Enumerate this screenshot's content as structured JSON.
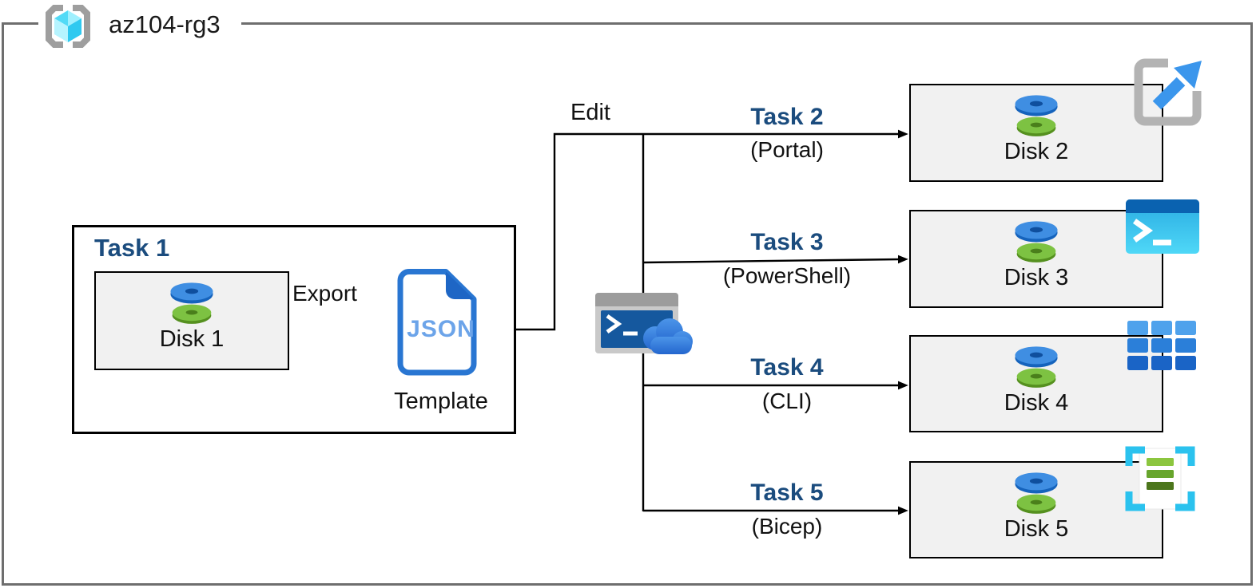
{
  "resource_group": {
    "name": "az104-rg3"
  },
  "task1": {
    "title": "Task 1",
    "disk_label": "Disk 1",
    "export_label": "Export",
    "json_badge": "JSON",
    "template_label": "Template"
  },
  "edit_label": "Edit",
  "branches": [
    {
      "task": "Task 2",
      "method": "(Portal)",
      "disk_label": "Disk 2",
      "tool_icon": "azure-portal-icon"
    },
    {
      "task": "Task 3",
      "method": "(PowerShell)",
      "disk_label": "Disk 3",
      "tool_icon": "powershell-icon"
    },
    {
      "task": "Task 4",
      "method": "(CLI)",
      "disk_label": "Disk 4",
      "tool_icon": "azure-cli-icon"
    },
    {
      "task": "Task 5",
      "method": "(Bicep)",
      "disk_label": "Disk 5",
      "tool_icon": "bicep-template-icon"
    }
  ],
  "icons": {
    "resource_group": "resource-group-icon",
    "disk": "managed-disk-icon",
    "json_document": "json-template-icon",
    "cloud_shell": "cloud-shell-icon"
  },
  "colors": {
    "task_label": "#1B4C7E",
    "rg_border": "#6E6E6E",
    "box_fill": "#F1F1F1",
    "line": "#000000",
    "json_doc_blue": "#2976D2",
    "json_fold_blue": "#1E66C5",
    "json_text_blue": "#6CA4E9",
    "portal_arrow_blue": "#3B96EC",
    "powershell_title_blue": "#0A62B0",
    "powershell_cyan": "#2EBCEC",
    "cli_blue": "#2B7FD9",
    "bicep_cyan": "#2BC2EE",
    "disk_blue": "#3F8EE2",
    "disk_green": "#7DC242",
    "cloud_blue": "#2F7BD9"
  }
}
